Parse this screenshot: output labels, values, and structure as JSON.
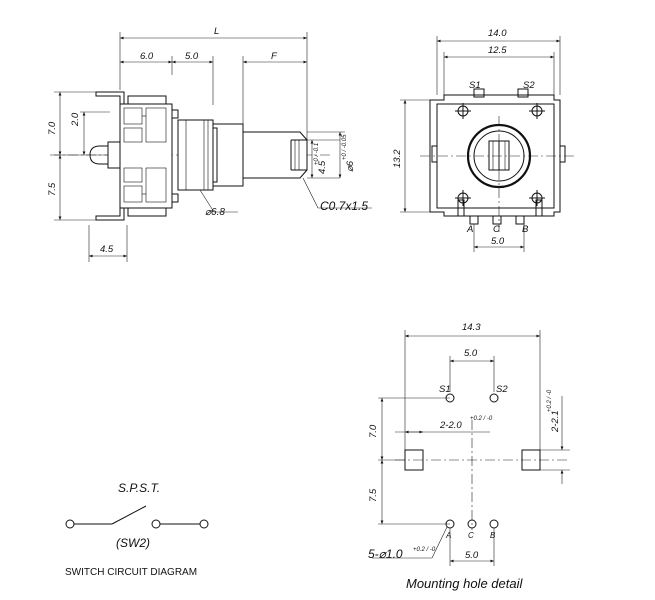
{
  "side_view": {
    "dim_L": "L",
    "dim_6_0": "6.0",
    "dim_5_0": "5.0",
    "dim_F": "F",
    "dim_7_0": "7.0",
    "dim_2_0": "2.0",
    "dim_7_5": "7.5",
    "dim_4_5": "4.5",
    "dim_shaft_main": "4.5",
    "dim_shaft_tol": "+0 / -0.1",
    "dim_dia_main": "⌀6",
    "dim_dia_tol": "+0 / -0.05",
    "dim_dia_6_8": "⌀6.8",
    "dim_chamfer": "C0.7x1.5"
  },
  "front_view": {
    "dim_14_0": "14.0",
    "dim_12_5": "12.5",
    "dim_13_2": "13.2",
    "dim_5_0": "5.0",
    "pin_S1": "S1",
    "pin_S2": "S2",
    "pin_A": "A",
    "pin_C": "C",
    "pin_B": "B"
  },
  "switch_diagram": {
    "title": "S.P.S.T.",
    "label": "(SW2)",
    "caption": "SWITCH CIRCUIT DIAGRAM"
  },
  "mounting": {
    "dim_14_3": "14.3",
    "dim_5_0_top": "5.0",
    "pin_S1": "S1",
    "pin_S2": "S2",
    "hole_2_2_0": "2-2.0",
    "hole_2_2_0_tol": "+0.2 / -0",
    "hole_2_2_1": "2-2.1",
    "hole_2_2_1_tol": "+0.2 / -0",
    "dim_7_0": "7.0",
    "dim_7_5": "7.5",
    "hole_5_1_0": "5-⌀1.0",
    "hole_5_1_0_tol": "+0.2 / -0",
    "pin_A": "A",
    "pin_C": "C",
    "pin_B": "B",
    "dim_5_0_bottom": "5.0",
    "caption": "Mounting hole detail"
  }
}
